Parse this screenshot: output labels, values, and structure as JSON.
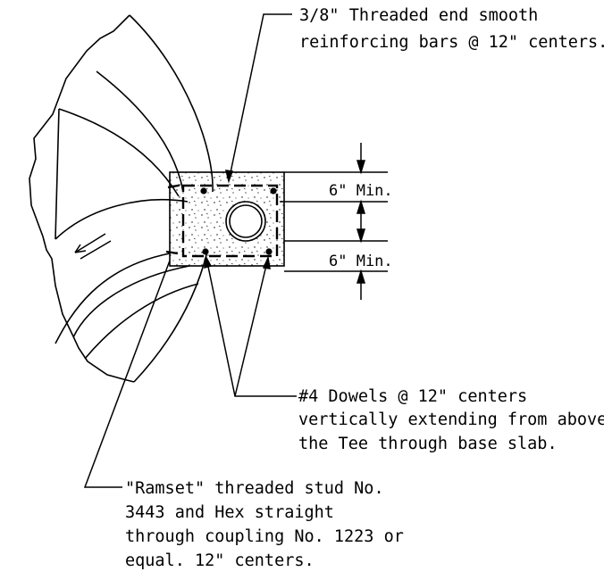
{
  "annotations": {
    "rebar_note": {
      "line1": "3/8\" Threaded end smooth",
      "line2": "reinforcing bars @ 12\" centers."
    },
    "dowel_note": {
      "line1": "#4 Dowels @ 12\" centers",
      "line2": "vertically extending from above",
      "line3": "the Tee through base slab."
    },
    "stud_note": {
      "line1": "\"Ramset\" threaded stud No.",
      "line2": "3443 and Hex straight",
      "line3": "through coupling No. 1223 or",
      "line4": "equal.  12\" centers."
    }
  },
  "dimensions": {
    "upper": "6\" Min.",
    "lower": "6\" Min."
  },
  "colors": {
    "ink": "#000000",
    "background": "#ffffff"
  }
}
